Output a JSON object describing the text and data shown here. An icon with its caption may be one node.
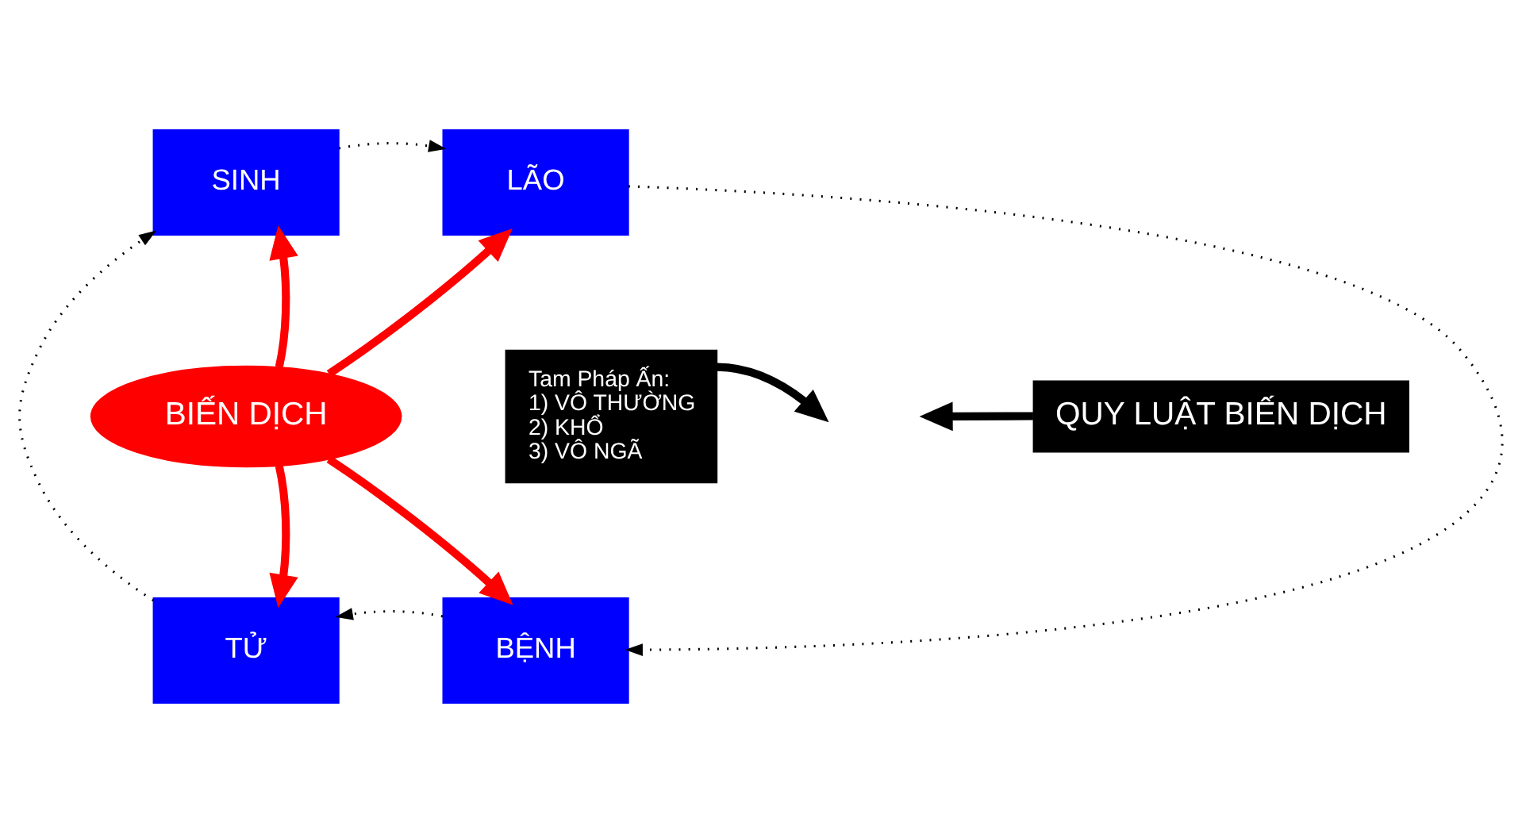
{
  "diagram": {
    "nodes": [
      {
        "text": [
          "SINH"
        ]
      },
      {
        "text": [
          "LÃO"
        ]
      },
      {
        "text": [
          "Tam Pháp Ấn:",
          "1) VÔ THƯỜNG",
          "2) KHỔ",
          "3) VÔ NGÃ"
        ]
      },
      {
        "text": [
          "BIẾN DỊCH"
        ]
      },
      {
        "text": [
          "QUY LUẬT BIẾN DỊCH"
        ]
      },
      {
        "text": [
          "TỬ"
        ]
      },
      {
        "text": [
          "BỆNH"
        ]
      }
    ],
    "edges": [
      {
        "from": 0,
        "to": 1,
        "arrow": "to",
        "style": "dashed"
      },
      {
        "from": 1,
        "to": 6,
        "arrow": "to",
        "style": "dashed"
      },
      {
        "from": 6,
        "to": 5,
        "arrow": "to",
        "style": "dashed"
      },
      {
        "from": 5,
        "to": 0,
        "arrow": "to",
        "style": "dashed"
      },
      {
        "from": 3,
        "to": 0,
        "arrow": "to",
        "color": "#ff0000"
      },
      {
        "from": 3,
        "to": 1,
        "arrow": "to",
        "color": "#ff0000"
      },
      {
        "from": 3,
        "to": 5,
        "arrow": "to",
        "color": "#ff0000"
      },
      {
        "from": 3,
        "to": 6,
        "arrow": "to",
        "color": "#ff0000"
      },
      {
        "from": 2,
        "to": null,
        "arrow": "to"
      },
      {
        "from": 4,
        "to": null,
        "arrow": "to"
      }
    ]
  }
}
